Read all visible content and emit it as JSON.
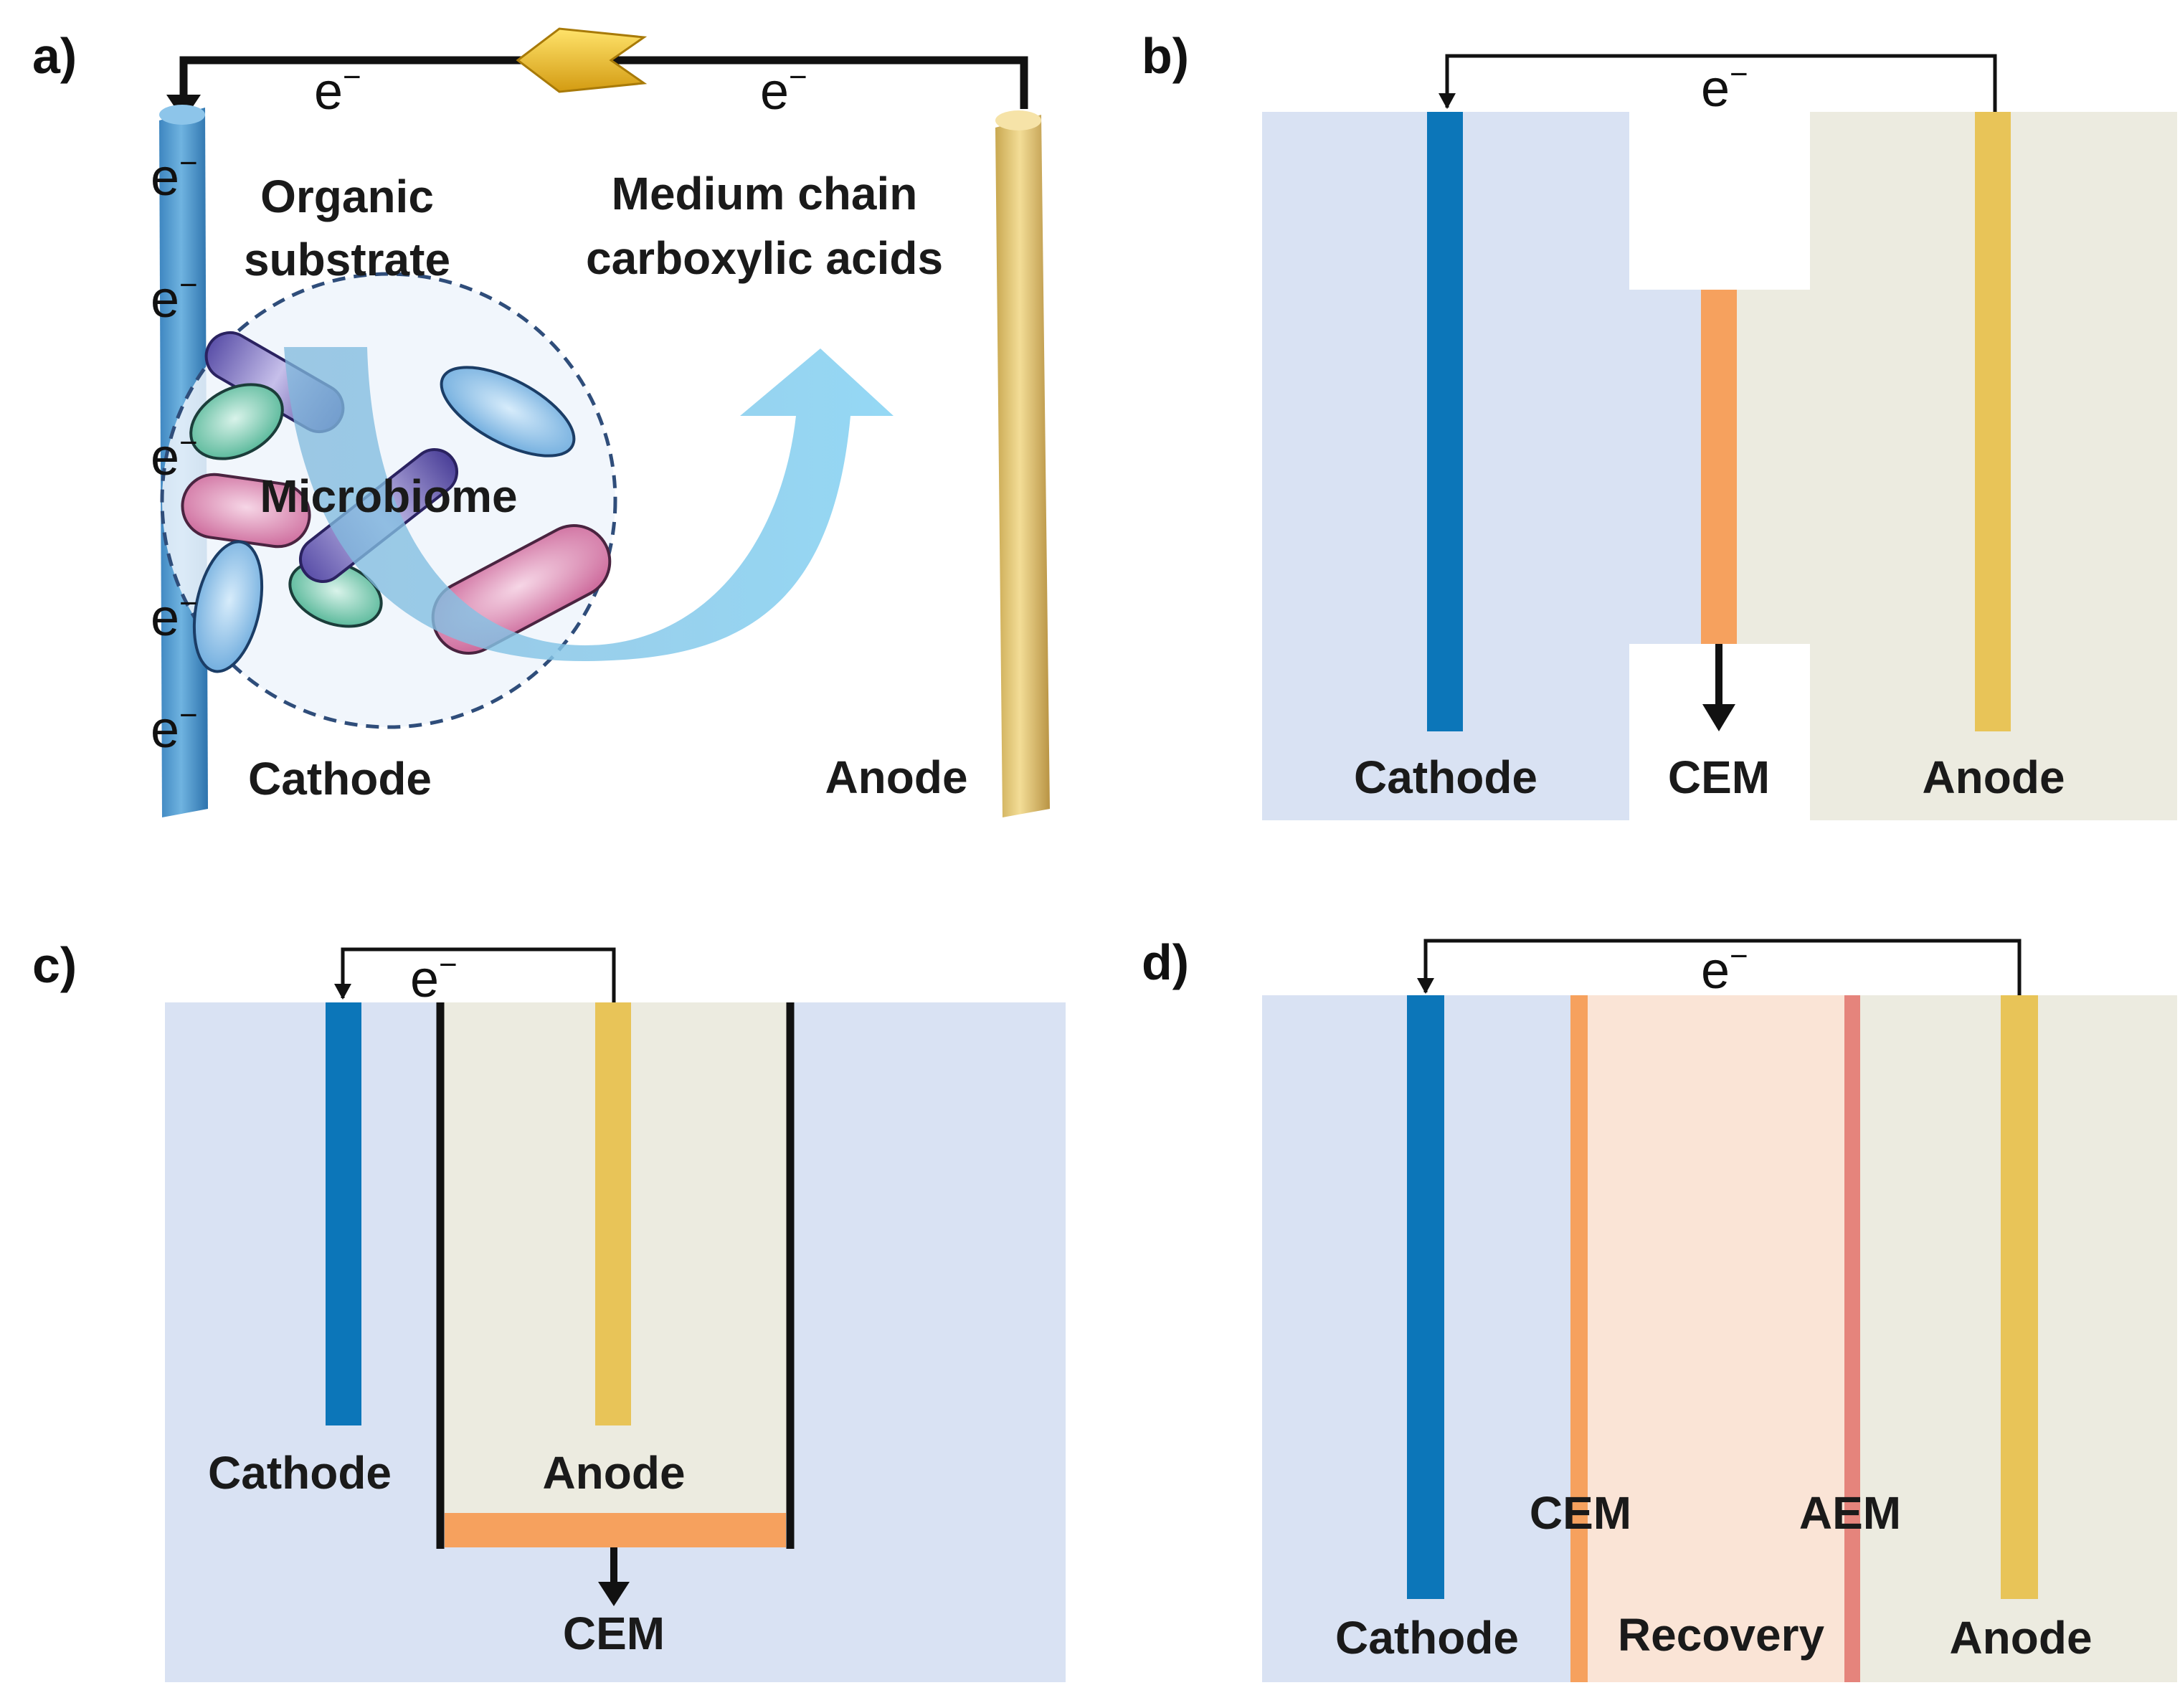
{
  "panels": {
    "a": {
      "tag": "a)",
      "electron": "e",
      "electron_sup": "−",
      "organic_line1": "Organic",
      "organic_line2": "substrate",
      "mcca_line1": "Medium chain",
      "mcca_line2": "carboxylic acids",
      "microbiome": "Microbiome",
      "cathode": "Cathode",
      "anode": "Anode"
    },
    "b": {
      "tag": "b)",
      "electron": "e",
      "electron_sup": "−",
      "cathode": "Cathode",
      "membrane": "CEM",
      "anode": "Anode"
    },
    "c": {
      "tag": "c)",
      "electron": "e",
      "electron_sup": "−",
      "cathode": "Cathode",
      "anode": "Anode",
      "membrane": "CEM"
    },
    "d": {
      "tag": "d)",
      "electron": "e",
      "electron_sup": "−",
      "cathode": "Cathode",
      "cem": "CEM",
      "recovery": "Recovery",
      "aem": "AEM",
      "anode": "Anode"
    }
  },
  "colors": {
    "cathode_electrode": "#0c76b9",
    "anode_electrode": "#e8c458",
    "cathode_chamber": "#d9e2f3",
    "anode_chamber": "#ecebe0",
    "cem": "#f6a15e",
    "aem": "#e5847c",
    "recovery_chamber": "#fae4d6",
    "flow_arrow": "#8fd6f4",
    "wire": "#111111"
  }
}
